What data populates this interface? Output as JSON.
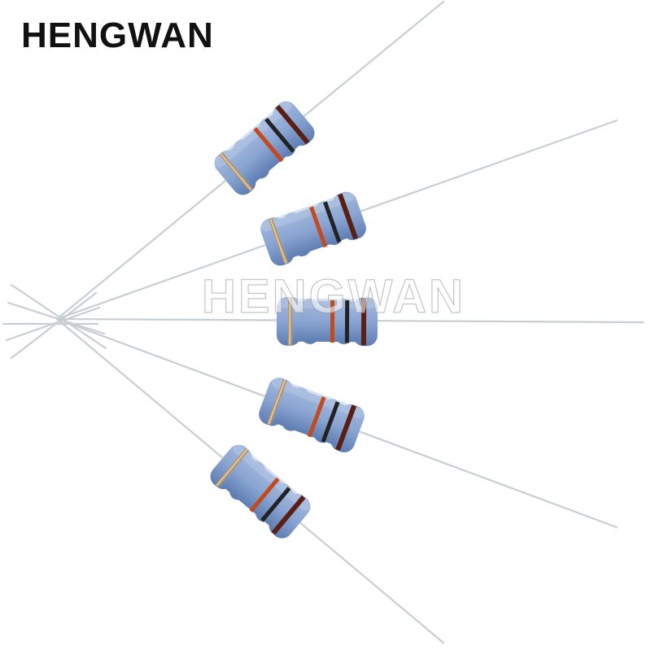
{
  "brand": {
    "logo_text": "HENGWAN",
    "watermark_text": "HENGWAN"
  },
  "product": {
    "item": "resistor",
    "count": 5,
    "body_color": "#7f9ccf",
    "lead_color": "#c9ced4",
    "bands": [
      "#c24a1e",
      "#222222",
      "#5a1f14",
      "#b89464"
    ]
  }
}
